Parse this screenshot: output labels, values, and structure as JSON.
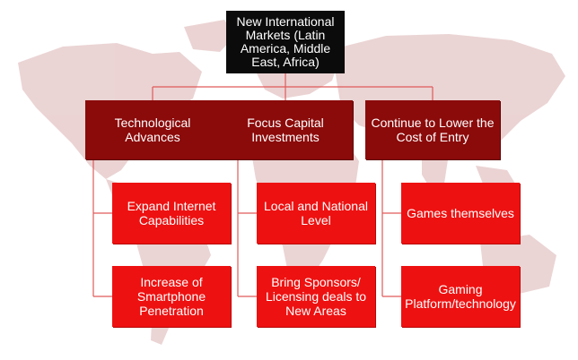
{
  "diagram": {
    "root": {
      "label": "New International Markets (Latin America, Middle East, Africa)"
    },
    "branches": [
      {
        "label": "Technological Advances",
        "children": [
          {
            "label": "Expand Internet Capabilities"
          },
          {
            "label": "Increase of Smartphone Penetration"
          }
        ]
      },
      {
        "label": "Focus Capital Investments",
        "children": [
          {
            "label": "Local and National Level"
          },
          {
            "label": "Bring Sponsors/ Licensing deals to New Areas"
          }
        ]
      },
      {
        "label": "Continue to Lower the Cost of Entry",
        "children": [
          {
            "label": "Games themselves"
          },
          {
            "label": "Gaming Platform/technology"
          }
        ]
      }
    ],
    "colors": {
      "root": "#0b0b0b",
      "branch": "#8b0a0a",
      "leaf": "#ee1111",
      "connector": "#d9534f",
      "map": "#e6c9c9"
    }
  }
}
